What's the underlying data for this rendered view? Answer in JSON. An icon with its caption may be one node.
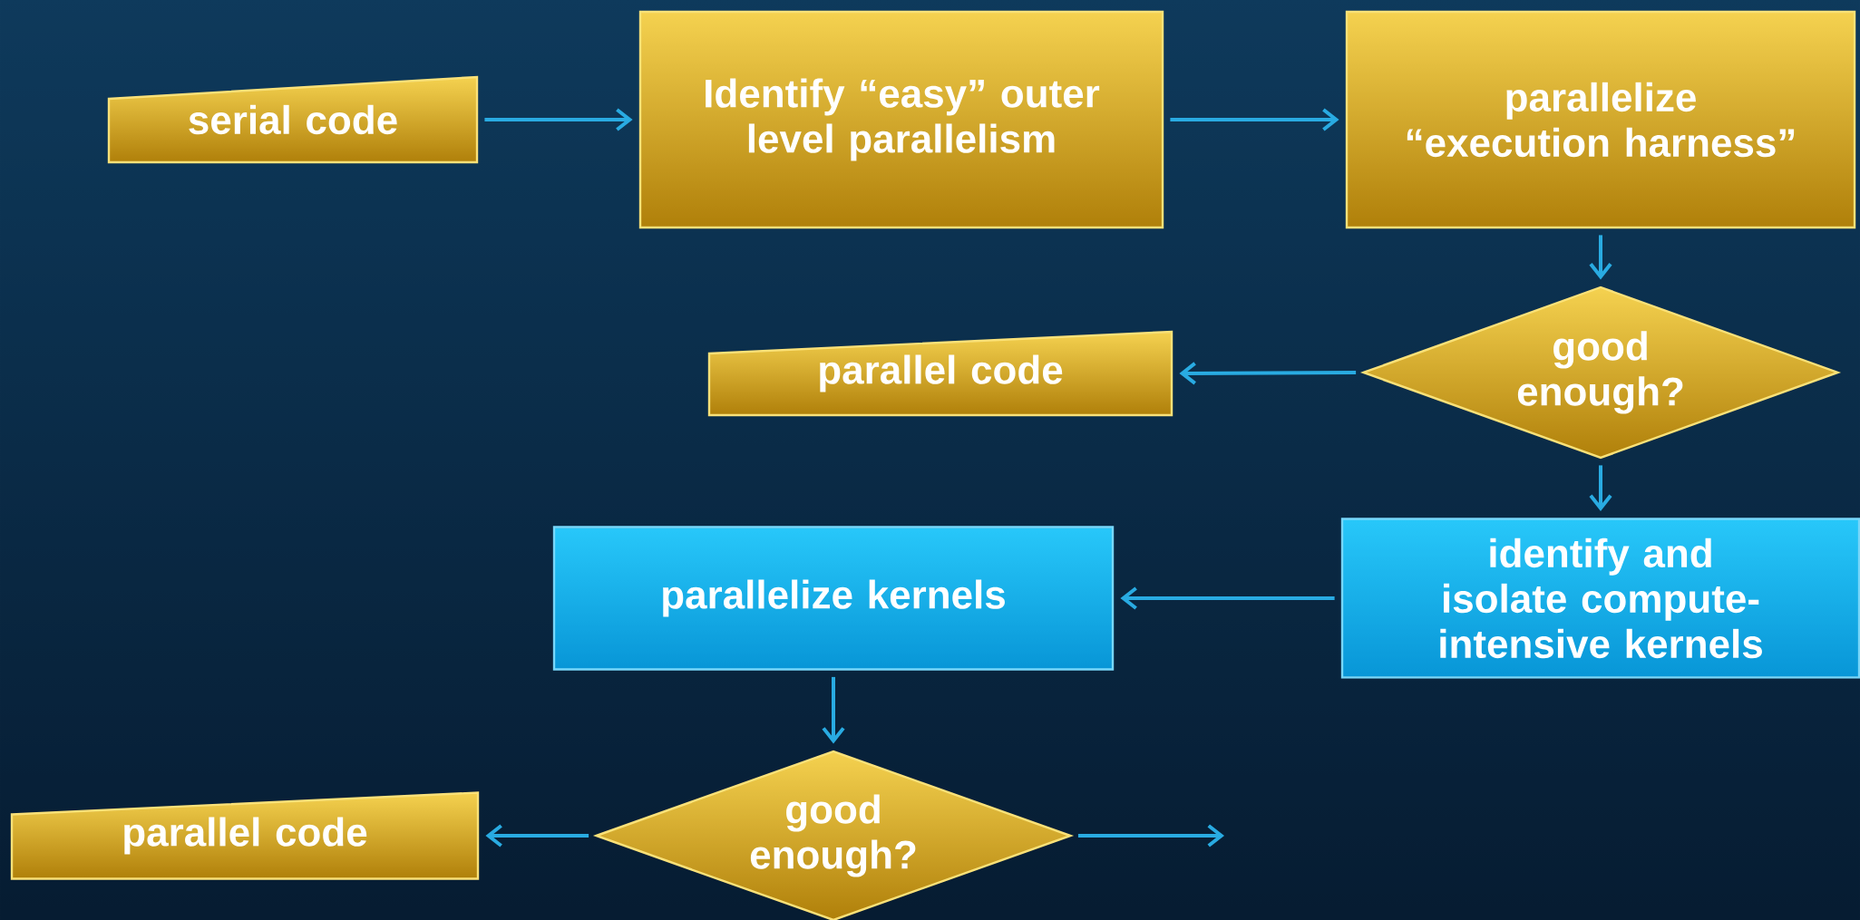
{
  "diagram": {
    "nodes": [
      {
        "text": [
          "serial code"
        ]
      },
      {
        "text": [
          "Identify “easy” outer level parallelism"
        ]
      },
      {
        "text": [
          "parallelize “execution harness”"
        ]
      },
      {
        "text": [
          "good enough?"
        ]
      },
      {
        "text": [
          "parallel code"
        ]
      },
      {
        "text": [
          "identify and isolate compute-intensive kernels"
        ]
      },
      {
        "text": [
          "parallelize kernels"
        ]
      },
      {
        "text": [
          "good enough?"
        ]
      },
      {
        "text": [
          "parallel code"
        ]
      }
    ],
    "edges": [
      {
        "from": 0,
        "to": 1,
        "arrow": "to"
      },
      {
        "from": 1,
        "to": 2,
        "arrow": "to"
      },
      {
        "from": 2,
        "to": 3,
        "arrow": "to"
      },
      {
        "from": 3,
        "to": 4,
        "arrow": "to"
      },
      {
        "from": 3,
        "to": 5,
        "arrow": "to"
      },
      {
        "from": 5,
        "to": 6,
        "arrow": "to"
      },
      {
        "from": 6,
        "to": 7,
        "arrow": "to"
      },
      {
        "from": 7,
        "to": 8,
        "arrow": "to"
      },
      {
        "from": 7,
        "to": null,
        "arrow": "to"
      }
    ]
  }
}
